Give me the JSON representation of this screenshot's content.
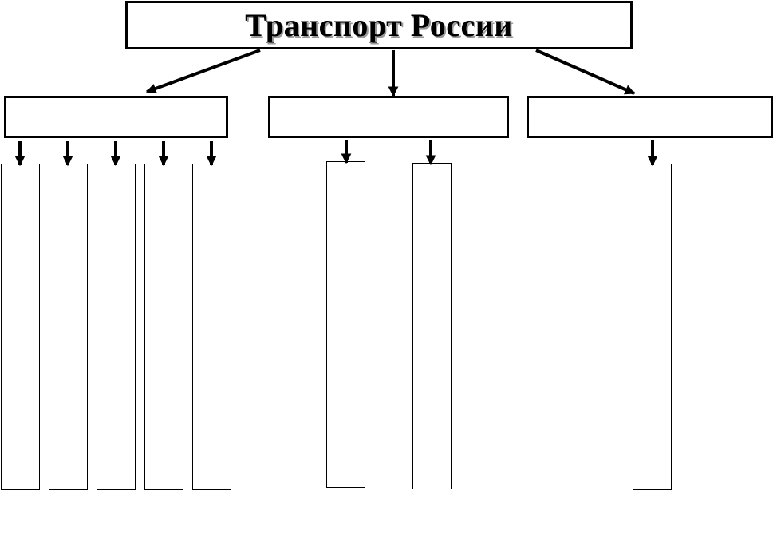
{
  "diagram": {
    "title": "Транспорт России",
    "categories": [
      {
        "label": "",
        "leaf_count": 5
      },
      {
        "label": "",
        "leaf_count": 2
      },
      {
        "label": "",
        "leaf_count": 1
      }
    ]
  }
}
